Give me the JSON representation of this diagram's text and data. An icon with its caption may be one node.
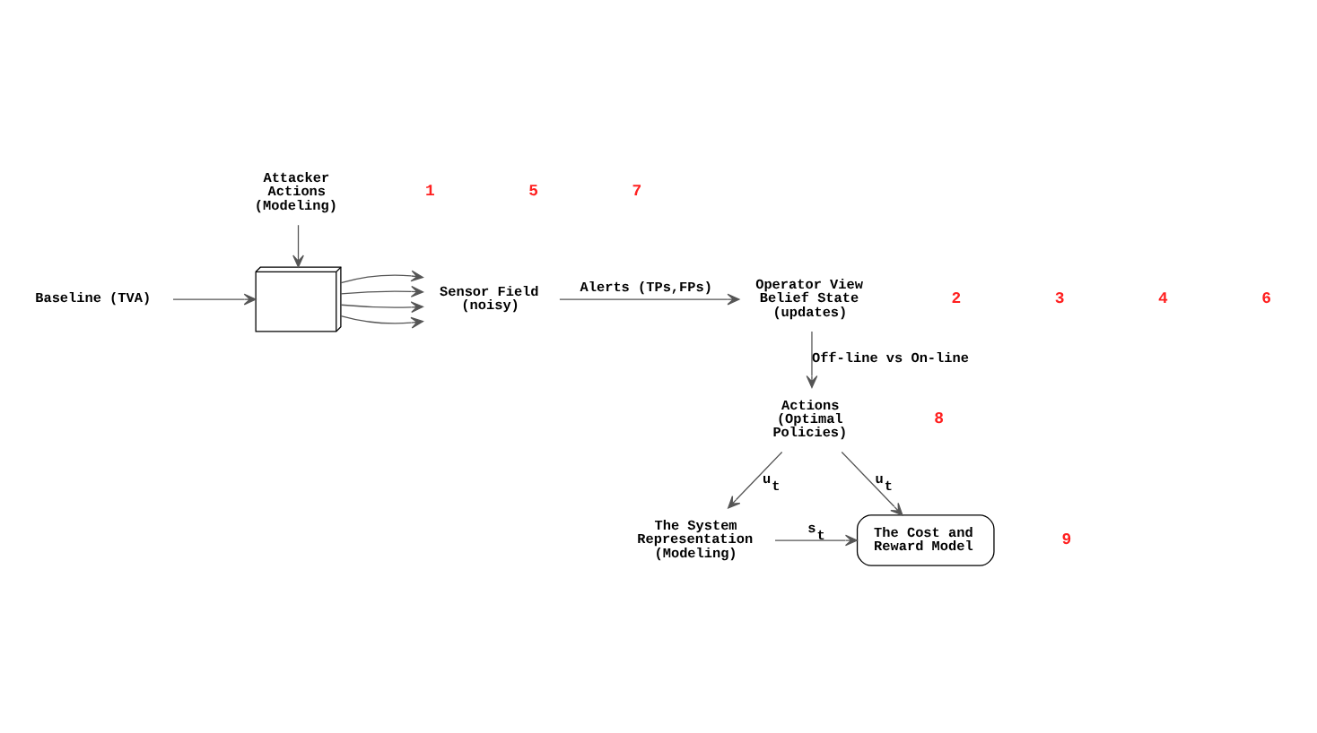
{
  "diagram": {
    "nodes": [
      {
        "text": [
          "Attacker Actions (Modeling)"
        ]
      },
      {
        "text": [],
        "shape": "picture"
      },
      {
        "text": [
          "Baseline (TVA)"
        ]
      },
      {
        "text": [
          "Sensor Field (noisy)"
        ]
      },
      {
        "text": [
          "Operator View Belief State (updates)"
        ]
      },
      {
        "text": [
          "The System Representation (Modeling)"
        ]
      },
      {
        "text": [
          "The Cost and Reward Model"
        ]
      },
      {
        "text": [
          "Actions (Optimal Policies)"
        ]
      }
    ],
    "edges": [
      {
        "from": 0,
        "to": 1,
        "arrow": "to"
      },
      {
        "from": 2,
        "to": 1,
        "arrow": "to"
      },
      {
        "from": 1,
        "to": 3,
        "arrow": "to"
      },
      {
        "from": 1,
        "to": 3,
        "arrow": "to"
      },
      {
        "from": 1,
        "to": 3,
        "arrow": "to"
      },
      {
        "from": 1,
        "to": 3,
        "arrow": "to"
      },
      {
        "from": 3,
        "to": 4,
        "arrow": "to",
        "label": "Alerts (TPs,FPs)"
      },
      {
        "from": 5,
        "to": 6,
        "arrow": "to",
        "label": "s$_{t}$"
      },
      {
        "from": 4,
        "to": 7,
        "arrow": "to",
        "label": "Off-line vs On-line"
      },
      {
        "from": 7,
        "to": 5,
        "arrow": "to",
        "label": "u$_{t}$"
      },
      {
        "from": 7,
        "to": 6,
        "arrow": "to",
        "label": "u$_{t}$"
      }
    ],
    "labels": [
      "1",
      "2",
      "3",
      "4",
      "5",
      "6",
      "9",
      "7",
      "8"
    ]
  }
}
